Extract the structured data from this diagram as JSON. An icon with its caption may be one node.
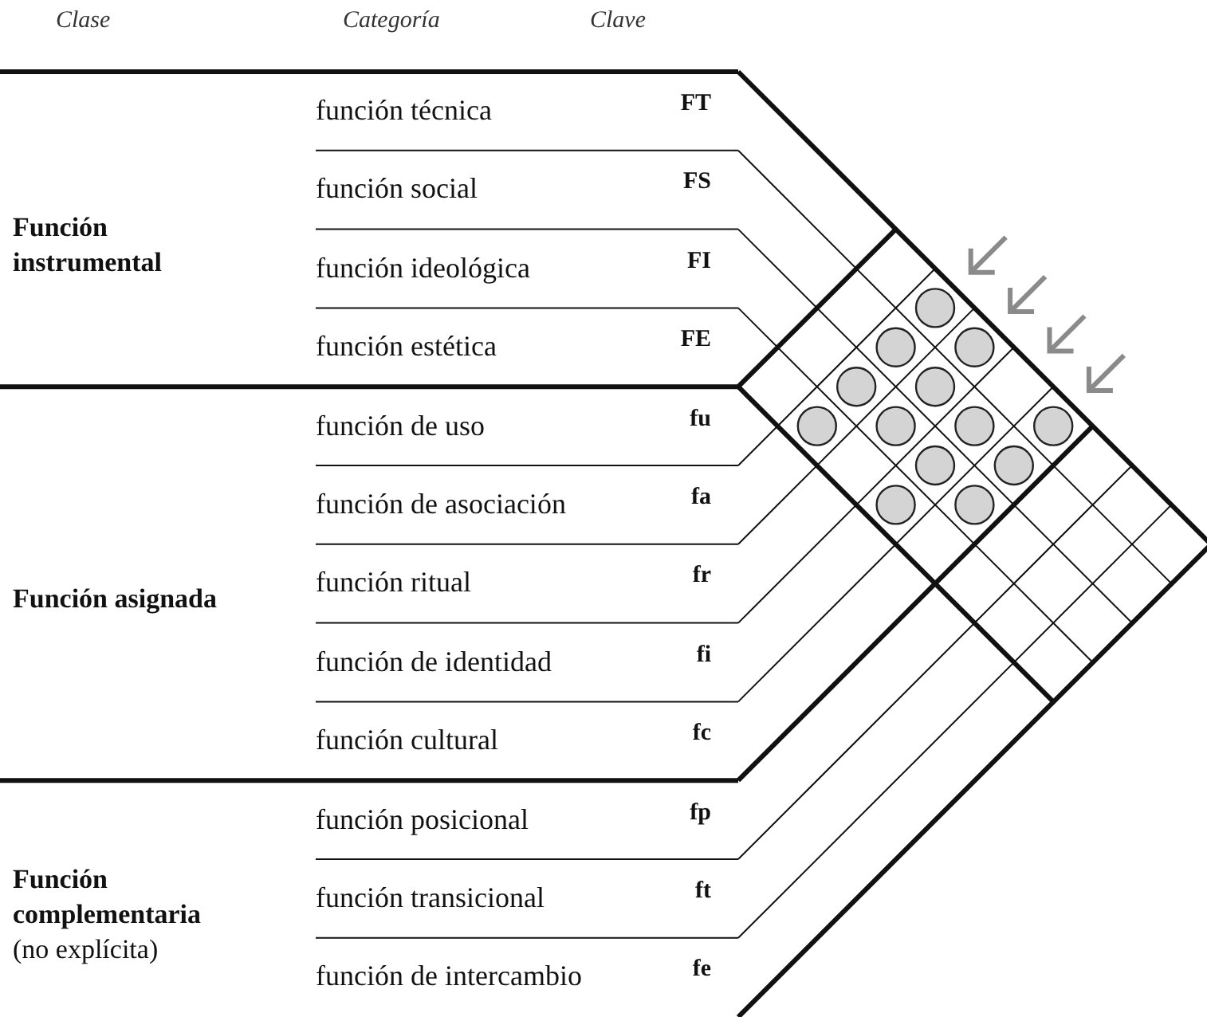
{
  "diagram": {
    "labels": [
      "Clase",
      "Categoría",
      "Clave",
      "Función instrumental",
      "función técnica",
      "FT",
      "función social",
      "FS",
      "función ideológica",
      "FI",
      "función estética",
      "FE",
      "Función asignada",
      "función de uso",
      "fu",
      "función de asociación",
      "fa",
      "función ritual",
      "fr",
      "función de identidad",
      "fi",
      "función cultural",
      "fc",
      "Función complementaria",
      "(no explícita)",
      "función posicional",
      "fp",
      "función transicional",
      "ft",
      "función de intercambio",
      "fe"
    ]
  }
}
